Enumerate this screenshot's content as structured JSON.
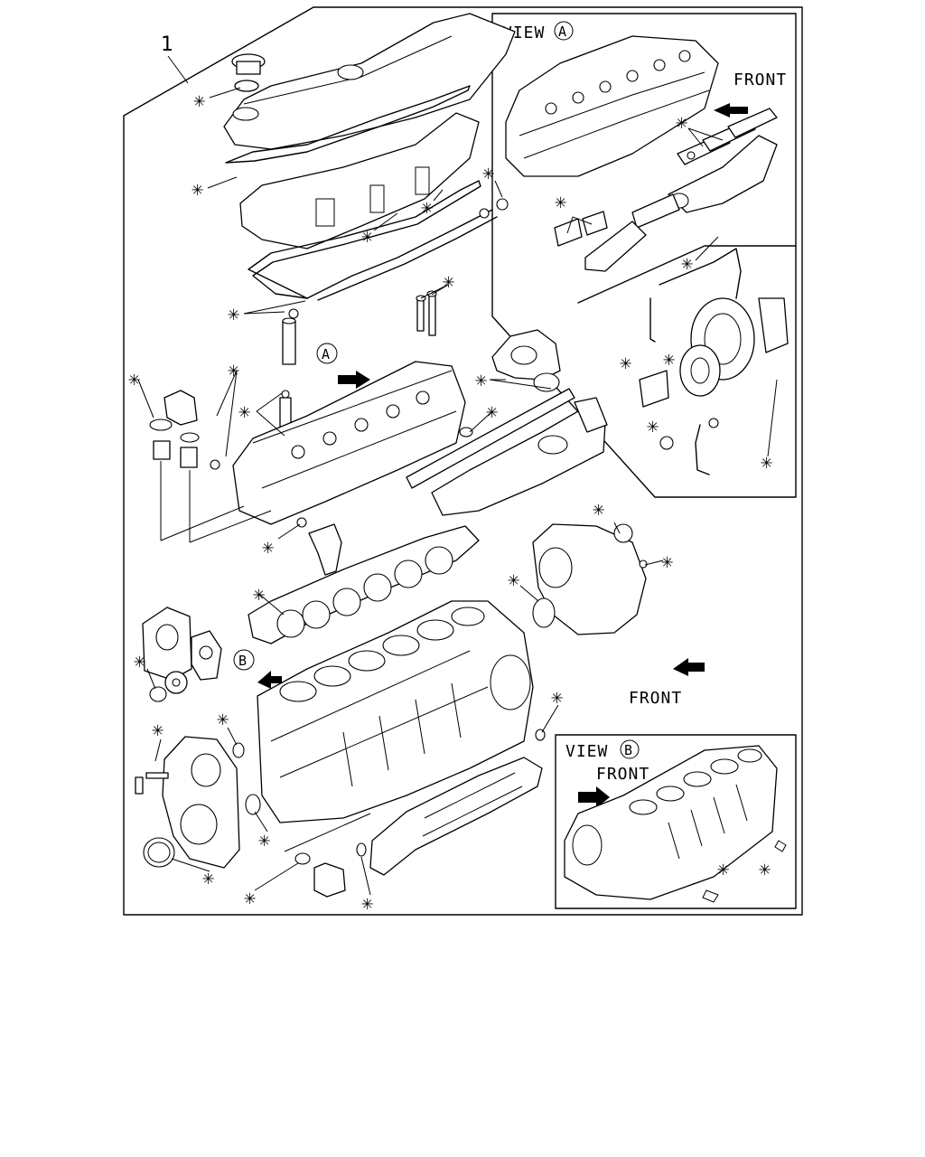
{
  "diagram": {
    "item_number": "1",
    "view_a_title": "VIEW",
    "view_a_letter": "A",
    "view_b_title": "VIEW",
    "view_b_letter": "B",
    "front_label_view_a": "FRONT",
    "front_label_main": "FRONT",
    "front_label_view_b": "FRONT",
    "callout_a": "A",
    "callout_b": "B",
    "kit_marker": "✳"
  }
}
